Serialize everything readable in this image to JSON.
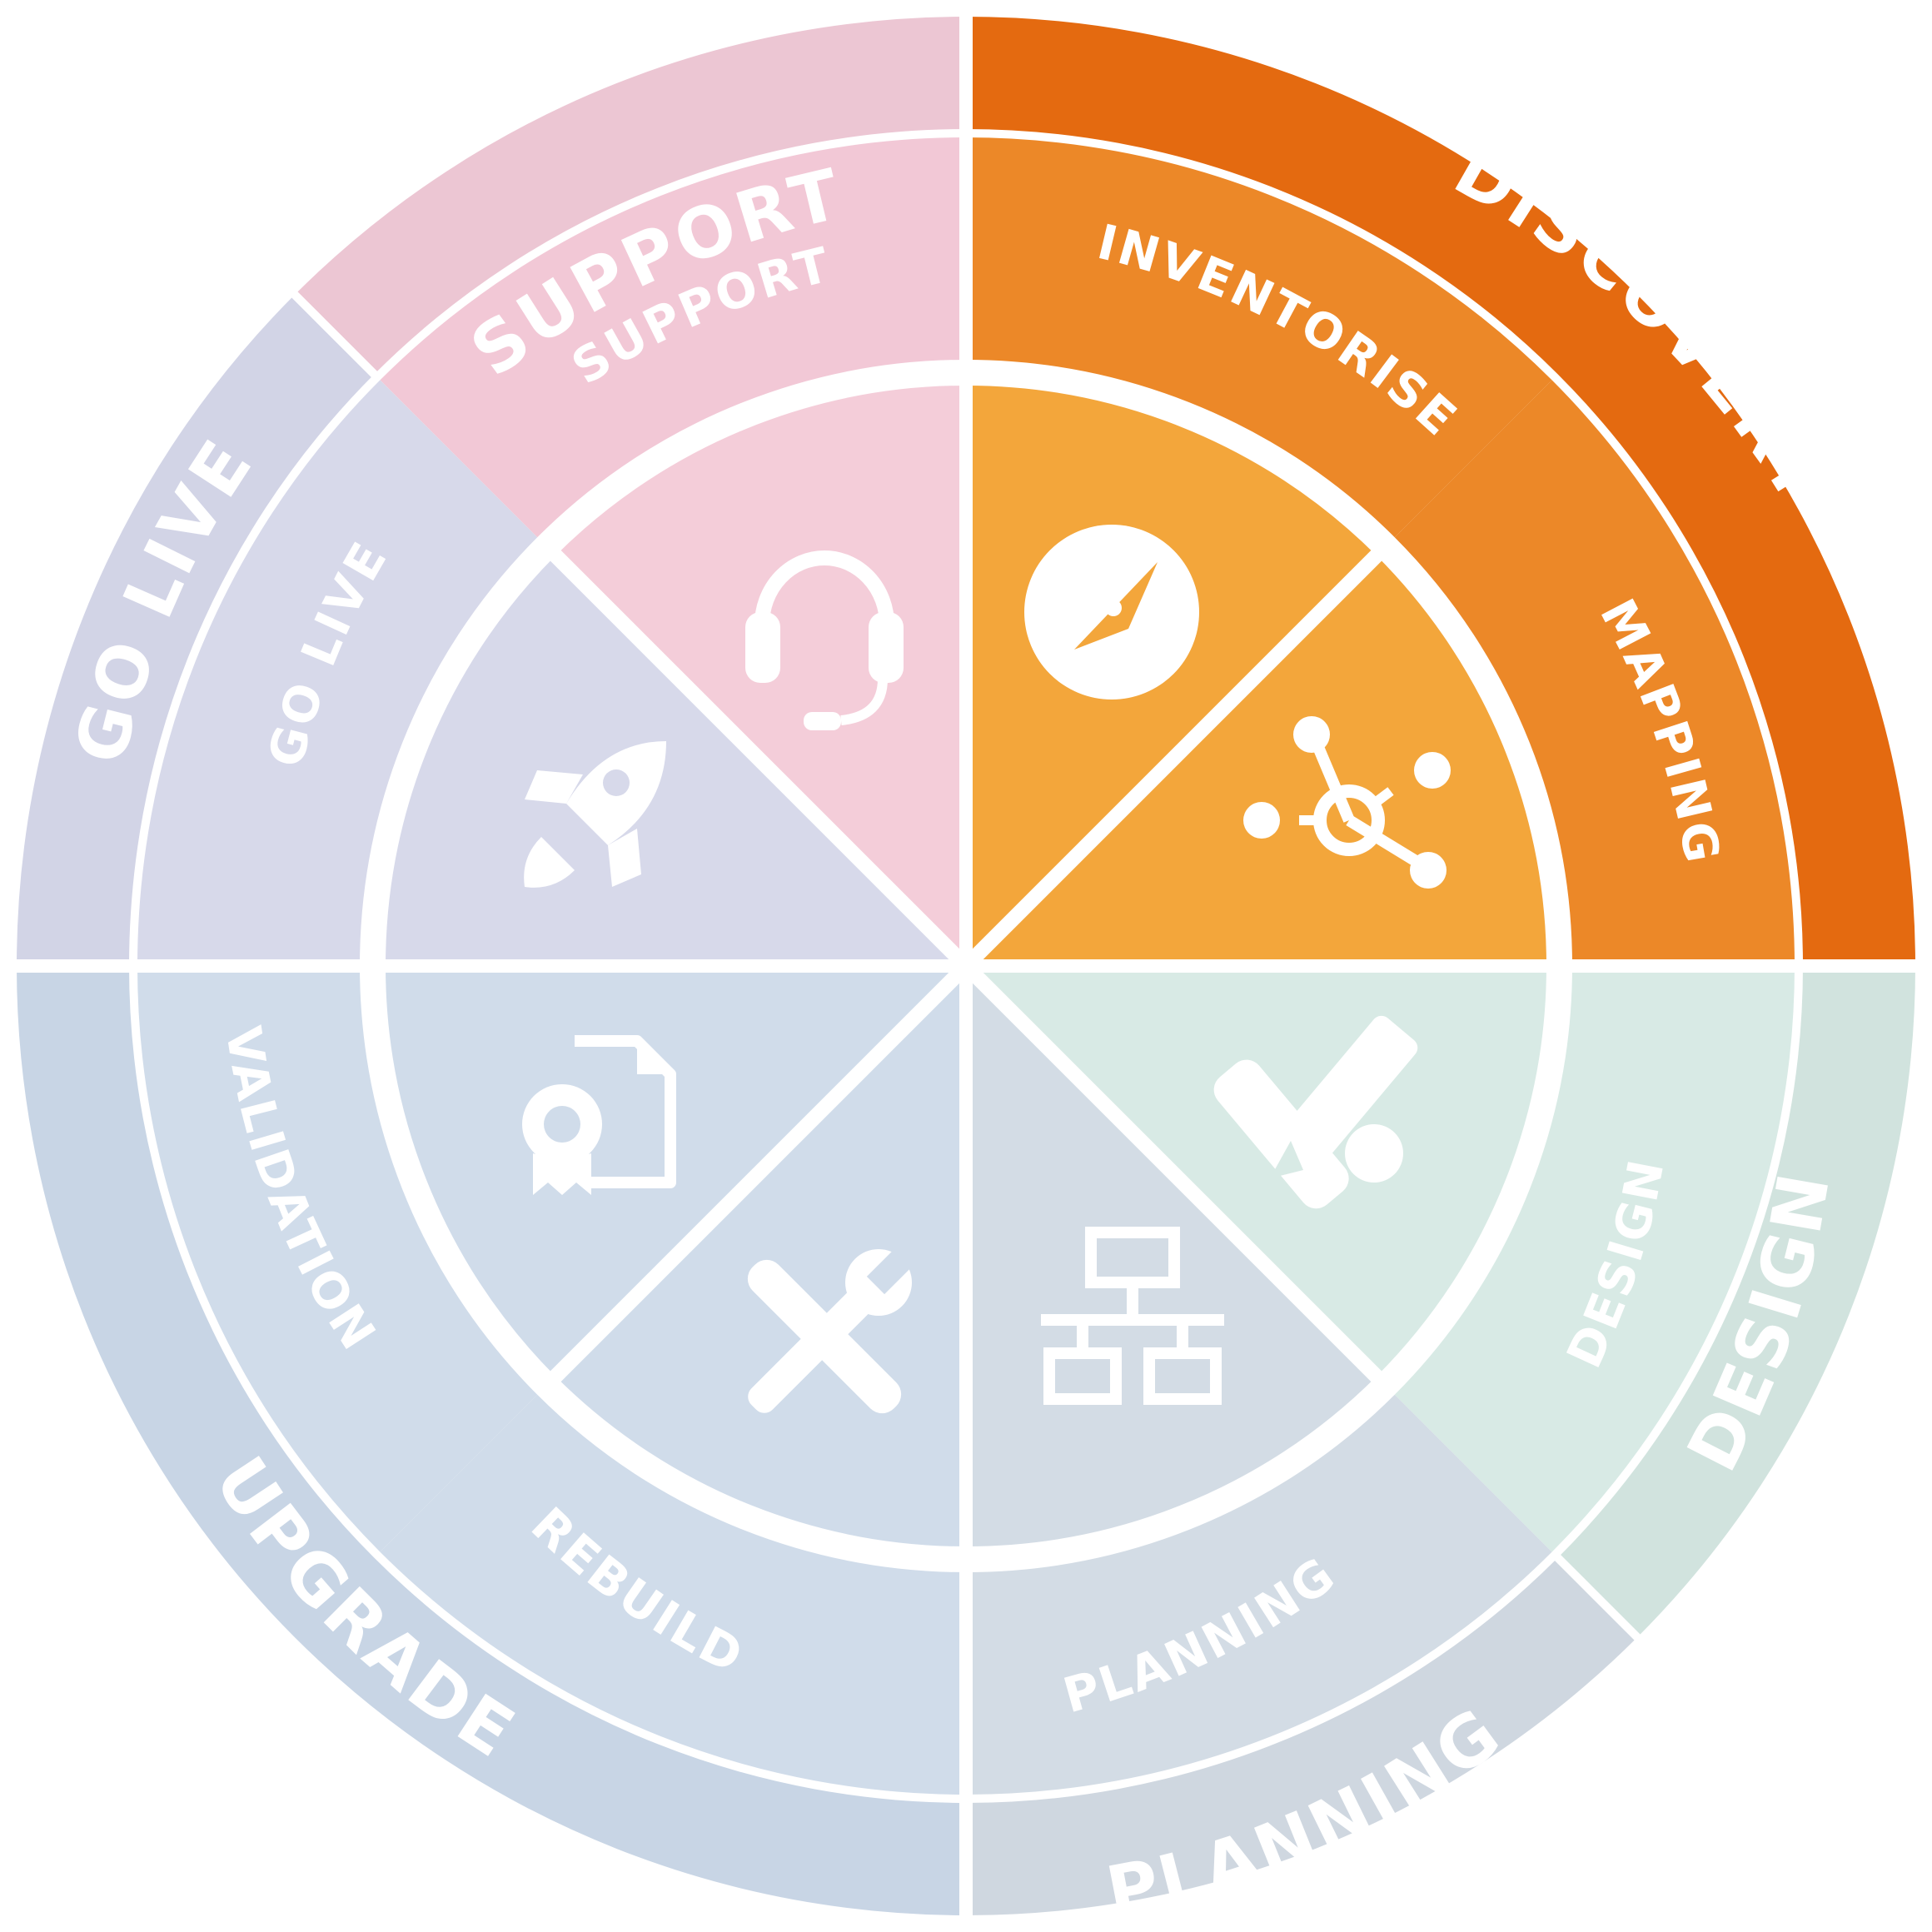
{
  "phases": [
    {
      "id": "support",
      "label": "SUPPORT",
      "colors": {
        "outer": "#ecc6d3",
        "middle": "#f2c8d6",
        "inner": "#f4cdd9"
      }
    },
    {
      "id": "discovery",
      "label": "DISCOVERY",
      "colors": {
        "outer": "#e46a10",
        "middle": "#ec8828",
        "inner": "#f3a63b"
      }
    },
    {
      "id": "design",
      "label": "DESIGN",
      "colors": {
        "outer": "#d1e3de",
        "middle": "#d8eae5",
        "inner": "#d8eae5"
      }
    },
    {
      "id": "planning",
      "label": "PLANNING",
      "colors": {
        "outer": "#cfd7e0",
        "middle": "#d3dce5",
        "inner": "#d3dce5"
      }
    },
    {
      "id": "upgrade",
      "label": "UPGRADE",
      "colors": {
        "outer": "#c8d5e5",
        "middle": "#d0dcea",
        "inner": "#d0dcea"
      }
    },
    {
      "id": "go-live",
      "label": "GO LIVE",
      "colors": {
        "outer": "#d2d4e6",
        "middle": "#d7d9ea",
        "inner": "#d7d9ea"
      }
    }
  ],
  "steps": [
    {
      "id": "support",
      "label": "SUPPORT",
      "icon": "headset-icon"
    },
    {
      "id": "inventorise",
      "label": "INVENTORISE",
      "icon": "compass-icon"
    },
    {
      "id": "mapping",
      "label": "MAPPING",
      "icon": "network-nodes-icon"
    },
    {
      "id": "design",
      "label": "DESIGN",
      "icon": "pencil-ruler-icon"
    },
    {
      "id": "planning",
      "label": "PLANNING",
      "icon": "sitemap-icon"
    },
    {
      "id": "rebuild",
      "label": "REBUILD",
      "icon": "wrench-screwdriver-icon"
    },
    {
      "id": "validation",
      "label": "VALIDATION",
      "icon": "certificate-document-icon"
    },
    {
      "id": "go-live",
      "label": "GO LIVE",
      "icon": "rocket-icon"
    }
  ],
  "divider_color": "#ffffff"
}
